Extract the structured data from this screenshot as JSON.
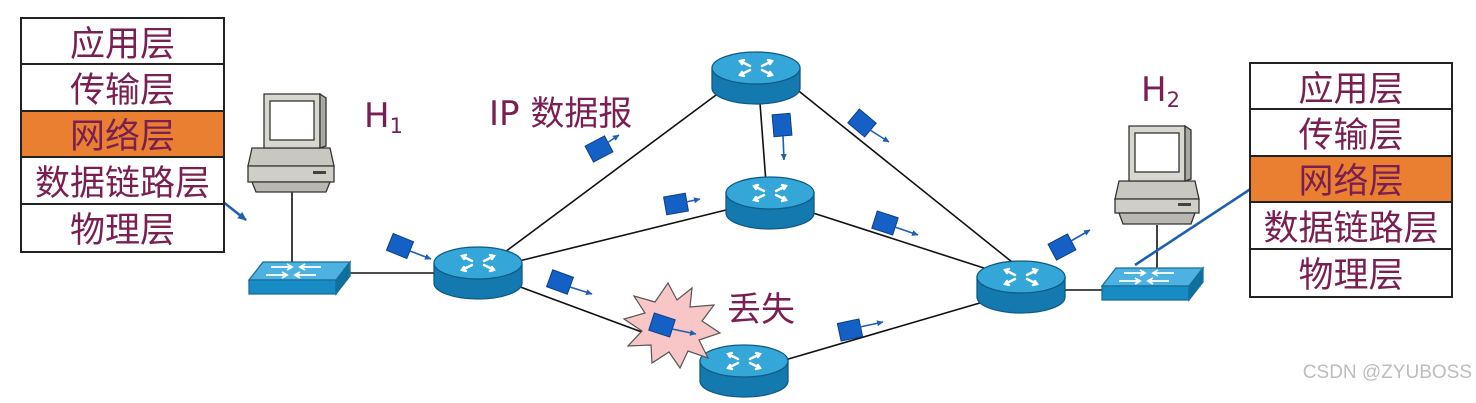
{
  "left_stack": {
    "layers": [
      "应用层",
      "传输层",
      "网络层",
      "数据链路层",
      "物理层"
    ],
    "highlighted_layer": "网络层"
  },
  "right_stack": {
    "layers": [
      "应用层",
      "传输层",
      "网络层",
      "数据链路层",
      "物理层"
    ],
    "highlighted_layer": "网络层"
  },
  "hosts": {
    "h1": {
      "name": "H",
      "sub": "1"
    },
    "h2": {
      "name": "H",
      "sub": "2"
    }
  },
  "labels": {
    "datagram": "IP 数据报",
    "lost": "丢失"
  },
  "watermark": "CSDN @ZYUBOSS",
  "colors": {
    "label_text": "#7a1f52",
    "highlight_layer": "#ea7f32",
    "router_top": "#35a6d8",
    "router_side": "#1479ae",
    "packet": "#1560c4",
    "arrow": "#1f5fb0",
    "burst_fill": "#f8c6c6",
    "computer": "#d7d7cf"
  }
}
